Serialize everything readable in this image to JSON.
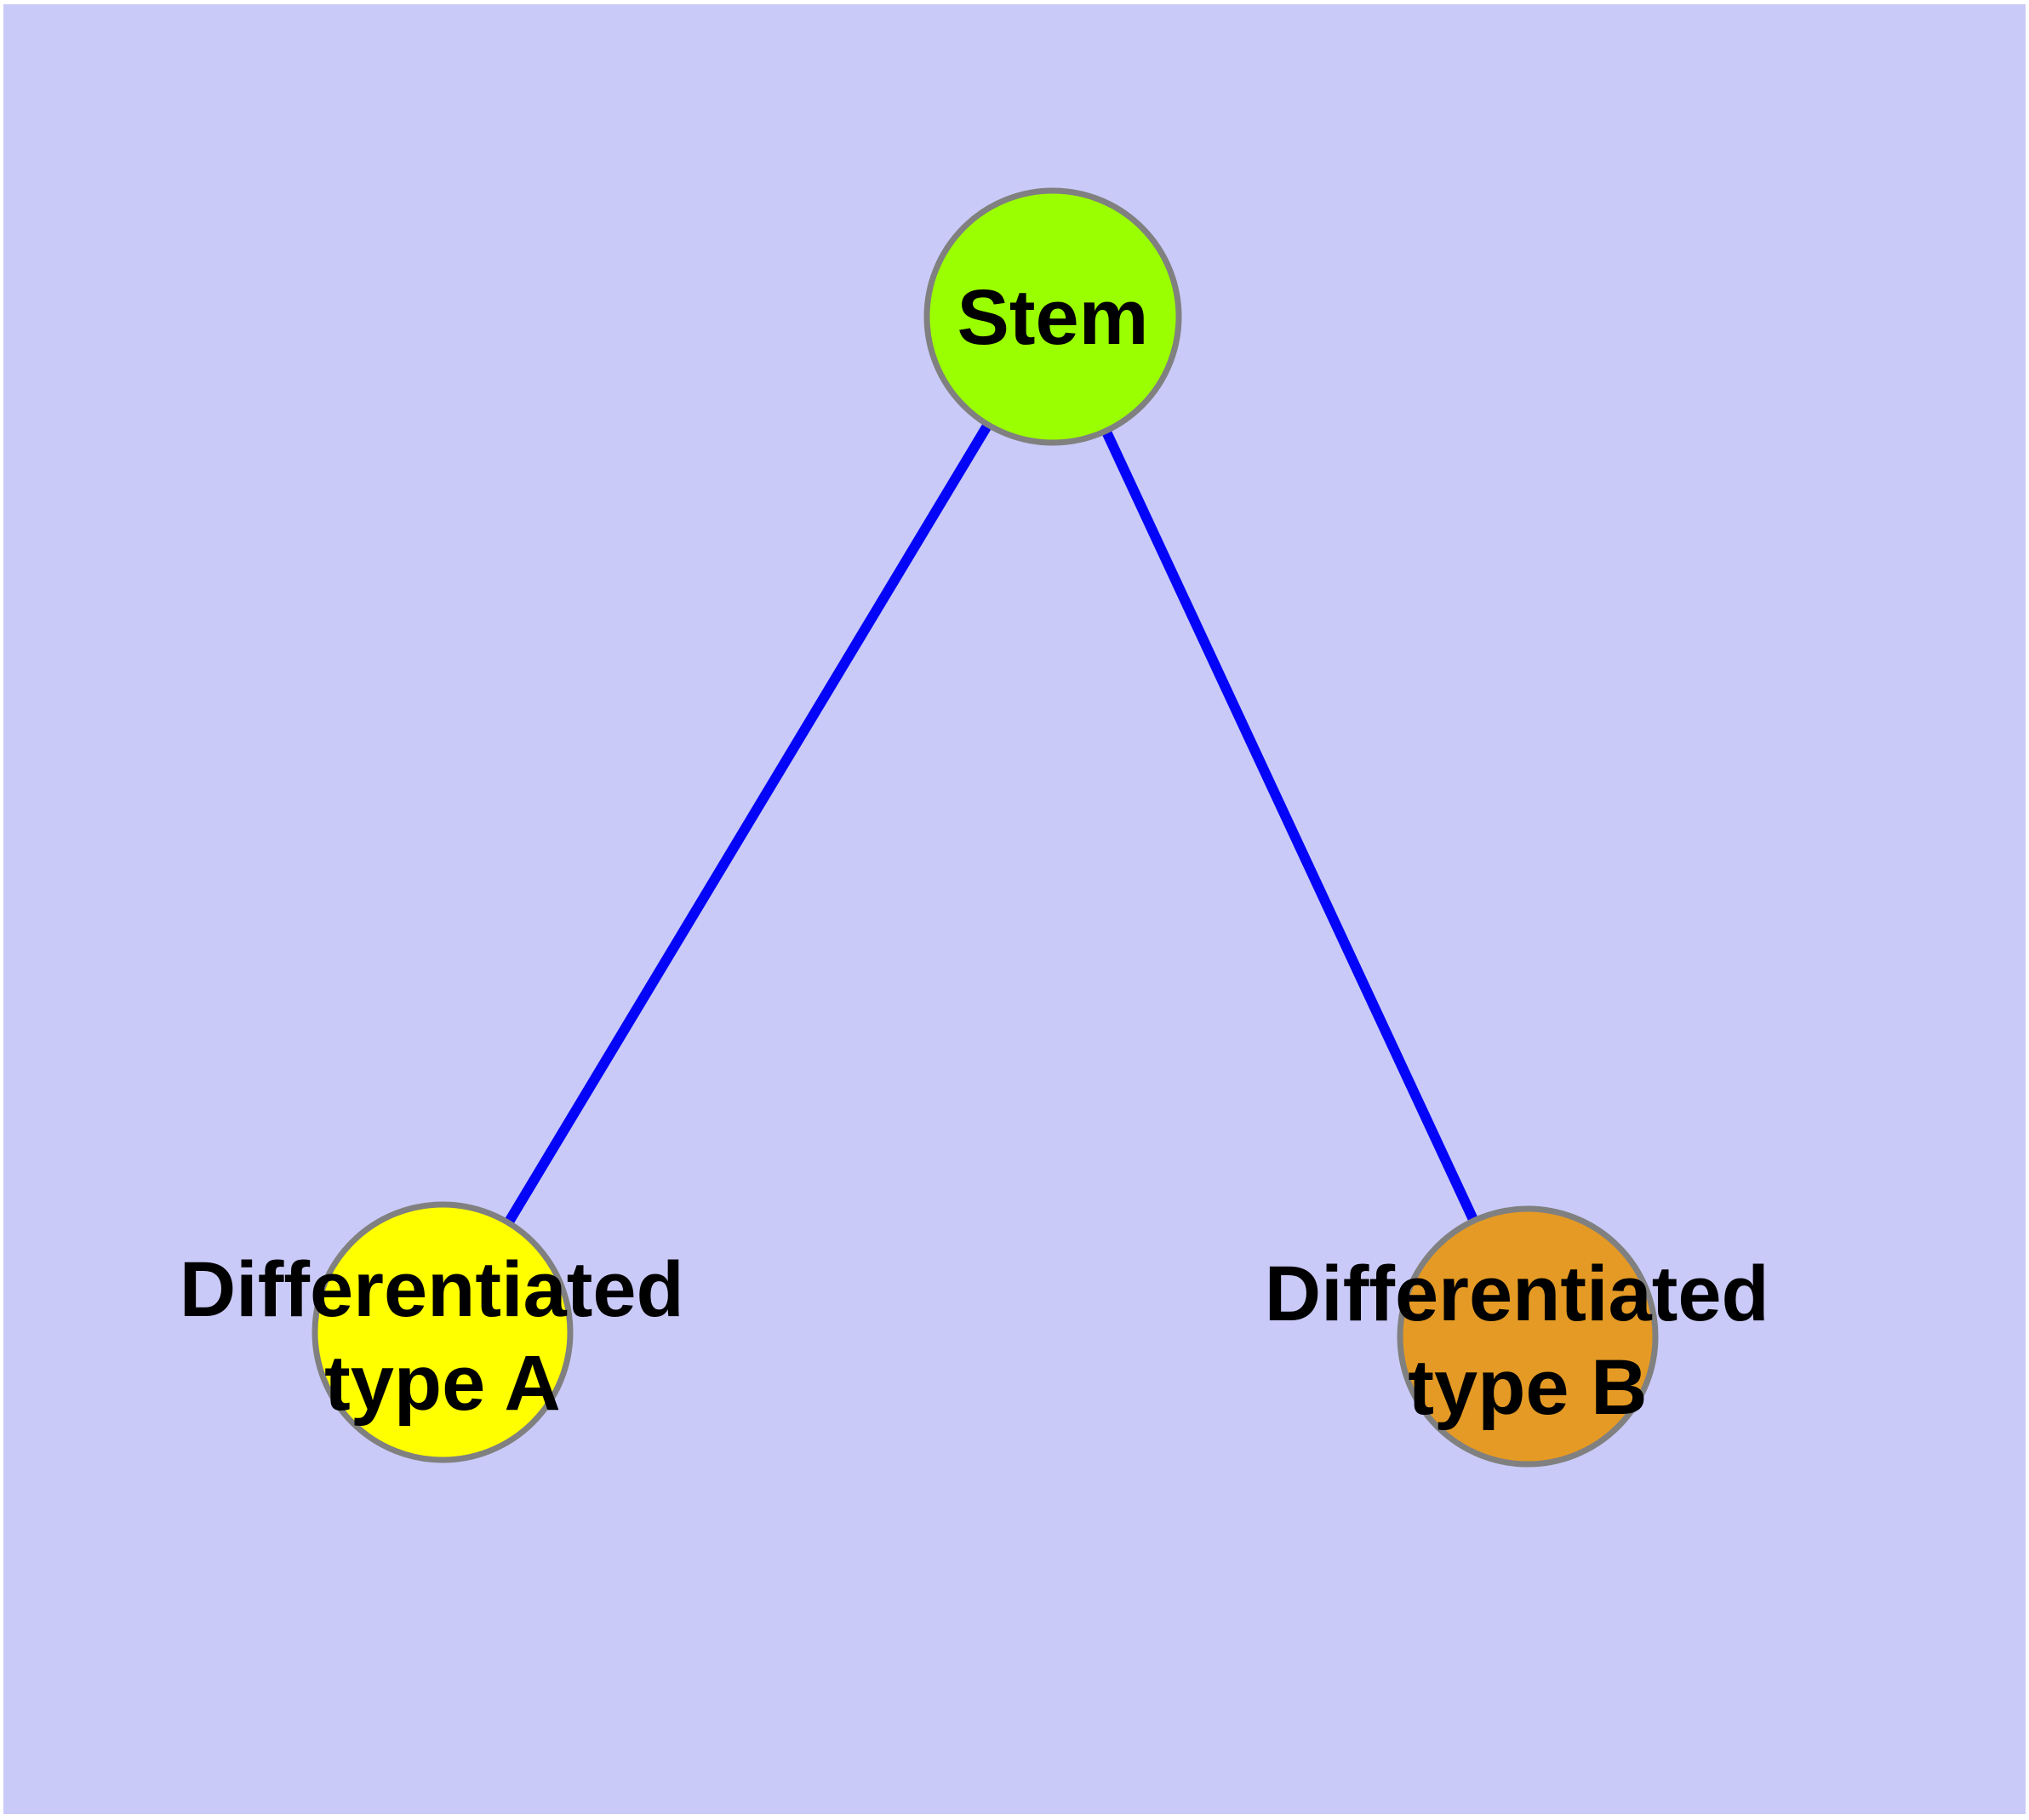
{
  "diagram": {
    "background_color": "#CACAF8",
    "frame_color": "#FFFFFF",
    "edge_color": "#0404F8",
    "node_border_color": "#808080",
    "text_color": "#000000",
    "nodes": [
      {
        "id": "stem",
        "label": "Stem",
        "label_line1": "Stem",
        "label_line2": "",
        "fill": "#9AFF00"
      },
      {
        "id": "differentiated-type-a",
        "label": "Differentiated type A",
        "label_line1": "Differentiated",
        "label_line2": "type A",
        "fill": "#FFFF00"
      },
      {
        "id": "differentiated-type-b",
        "label": "Differentiated type B",
        "label_line1": "Differentiated",
        "label_line2": "type B",
        "fill": "#E49A24"
      }
    ],
    "edges": [
      {
        "from": "Stem",
        "to": "Differentiated type A"
      },
      {
        "from": "Stem",
        "to": "Differentiated type B"
      }
    ]
  }
}
